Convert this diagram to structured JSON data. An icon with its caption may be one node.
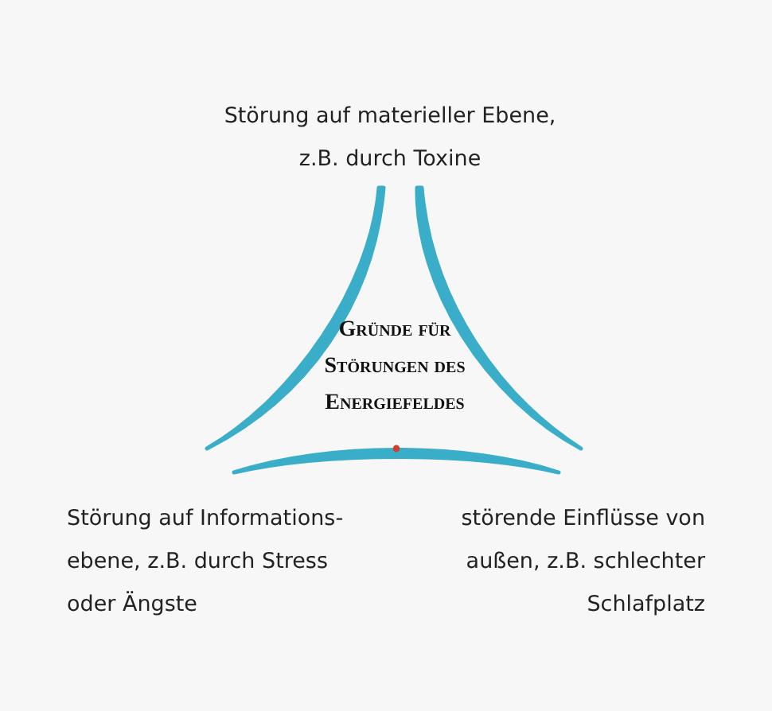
{
  "diagram": {
    "nodes": [
      {
        "text": [
          "Gründe für Störungen des Energiefeldes"
        ]
      }
    ],
    "labels": [
      "Störung auf materieller Ebene, z.B. durch Toxine",
      "Störung auf Informations- ebene, z.B. durch Stress oder Ängste",
      "störende Einflüsse von außen, z.B. schlechter Schlafplatz"
    ]
  }
}
